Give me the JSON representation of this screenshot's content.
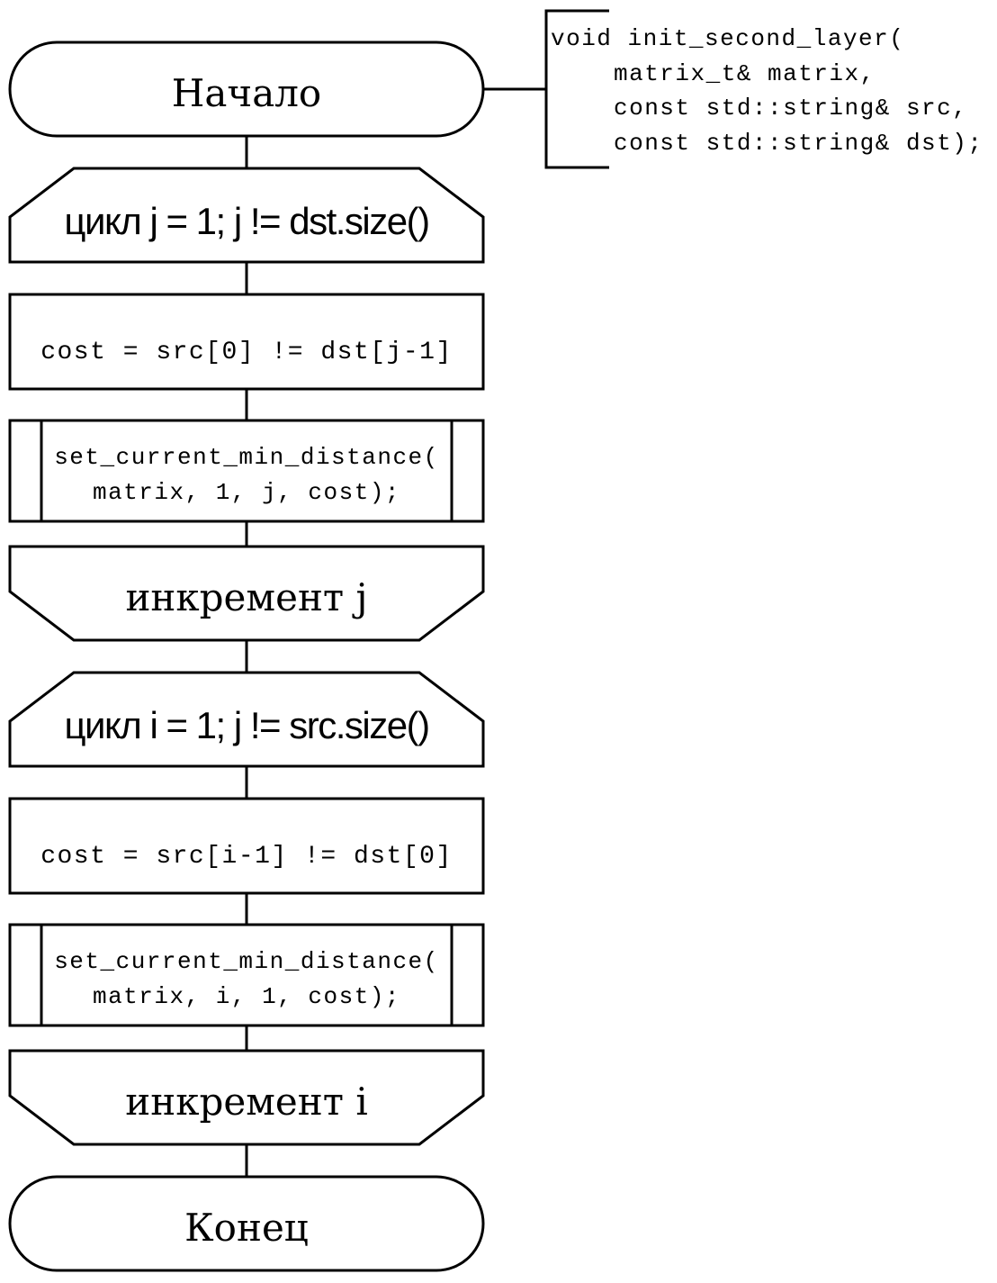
{
  "flowchart": {
    "start": "Начало",
    "loop_j": {
      "header": "цикл j = 1; j != dst.size()",
      "footer": "инкремент j"
    },
    "process_j": "cost = src[0] != dst[j-1]",
    "subcall_j": [
      "set_current_min_distance(",
      "matrix, 1, j, cost);"
    ],
    "loop_i": {
      "header": "цикл i = 1; j != src.size()",
      "footer": "инкремент i"
    },
    "process_i": "cost = src[i-1] != dst[0]",
    "subcall_i": [
      "set_current_min_distance(",
      "matrix, i, 1, cost);"
    ],
    "end": "Конец"
  },
  "annotation": {
    "lines": [
      "void init_second_layer(",
      "matrix_t& matrix,",
      "const std::string& src,",
      "const std::string& dst);"
    ]
  }
}
